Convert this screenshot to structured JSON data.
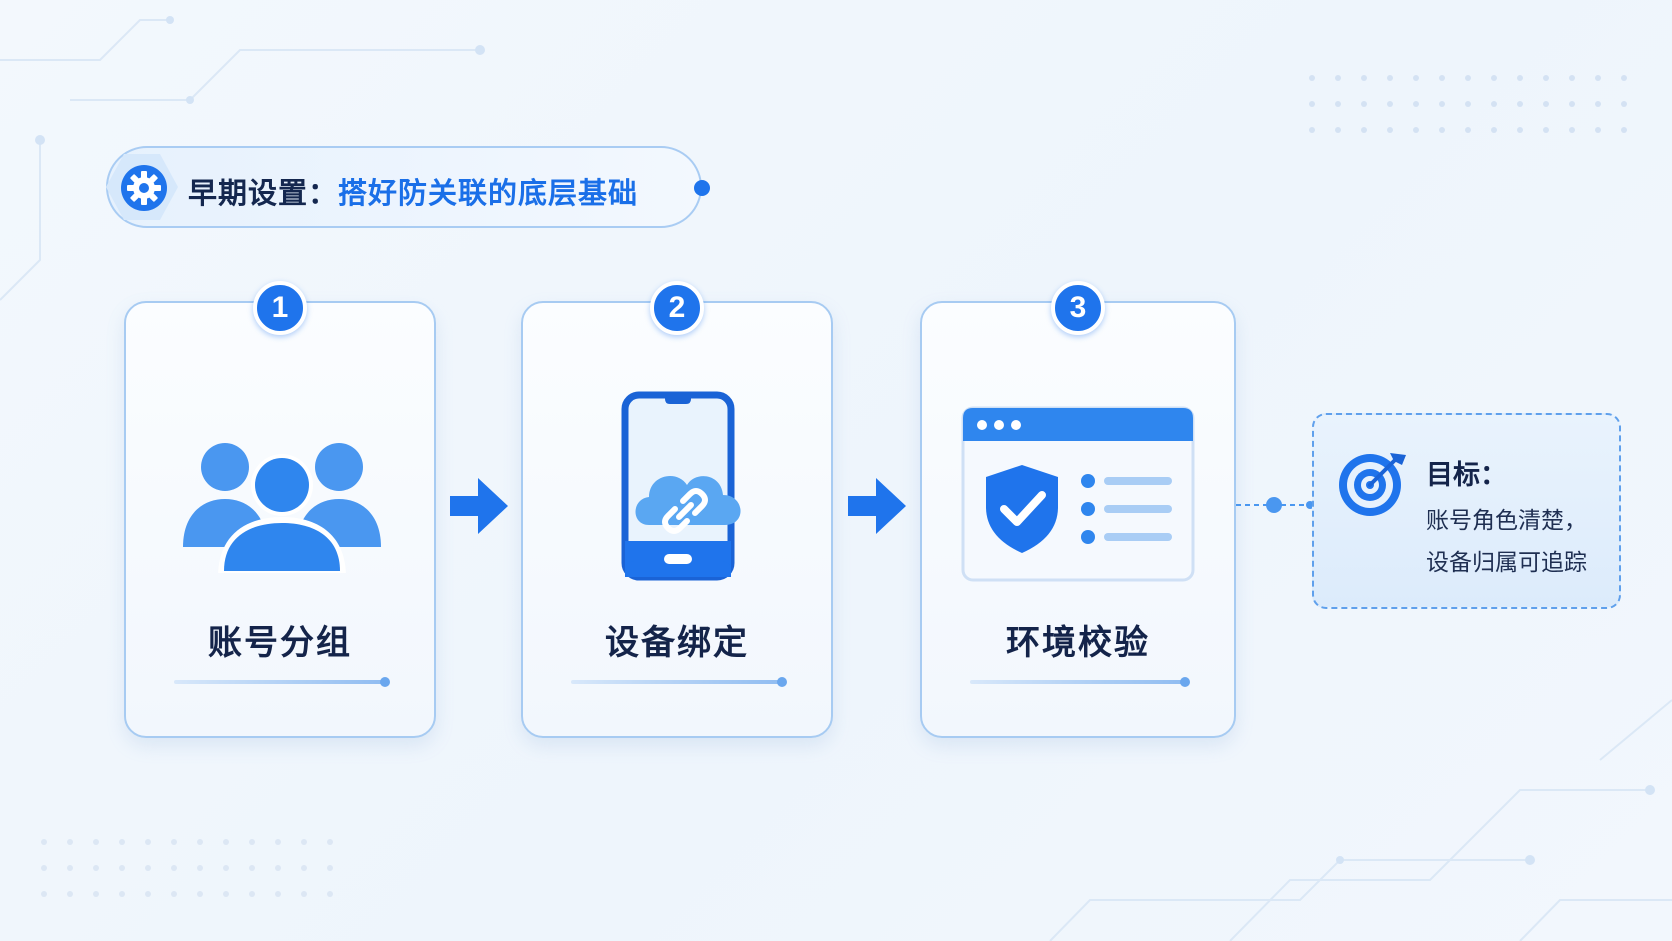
{
  "header": {
    "prefix": "早期设置：",
    "title": "搭好防关联的底层基础",
    "icon": "gear-icon"
  },
  "steps": [
    {
      "number": "1",
      "label": "账号分组",
      "icon": "users-group-icon"
    },
    {
      "number": "2",
      "label": "设备绑定",
      "icon": "phone-cloud-link-icon"
    },
    {
      "number": "3",
      "label": "环境校验",
      "icon": "browser-shield-check-icon"
    }
  ],
  "goal": {
    "title": "目标：",
    "lines": [
      "账号角色清楚，",
      "设备归属可追踪"
    ],
    "icon": "target-icon"
  },
  "colors": {
    "primary": "#1f74ec",
    "light_blue": "#4a97f0",
    "text_dark": "#14244a",
    "card_border": "#a7cbf2"
  }
}
